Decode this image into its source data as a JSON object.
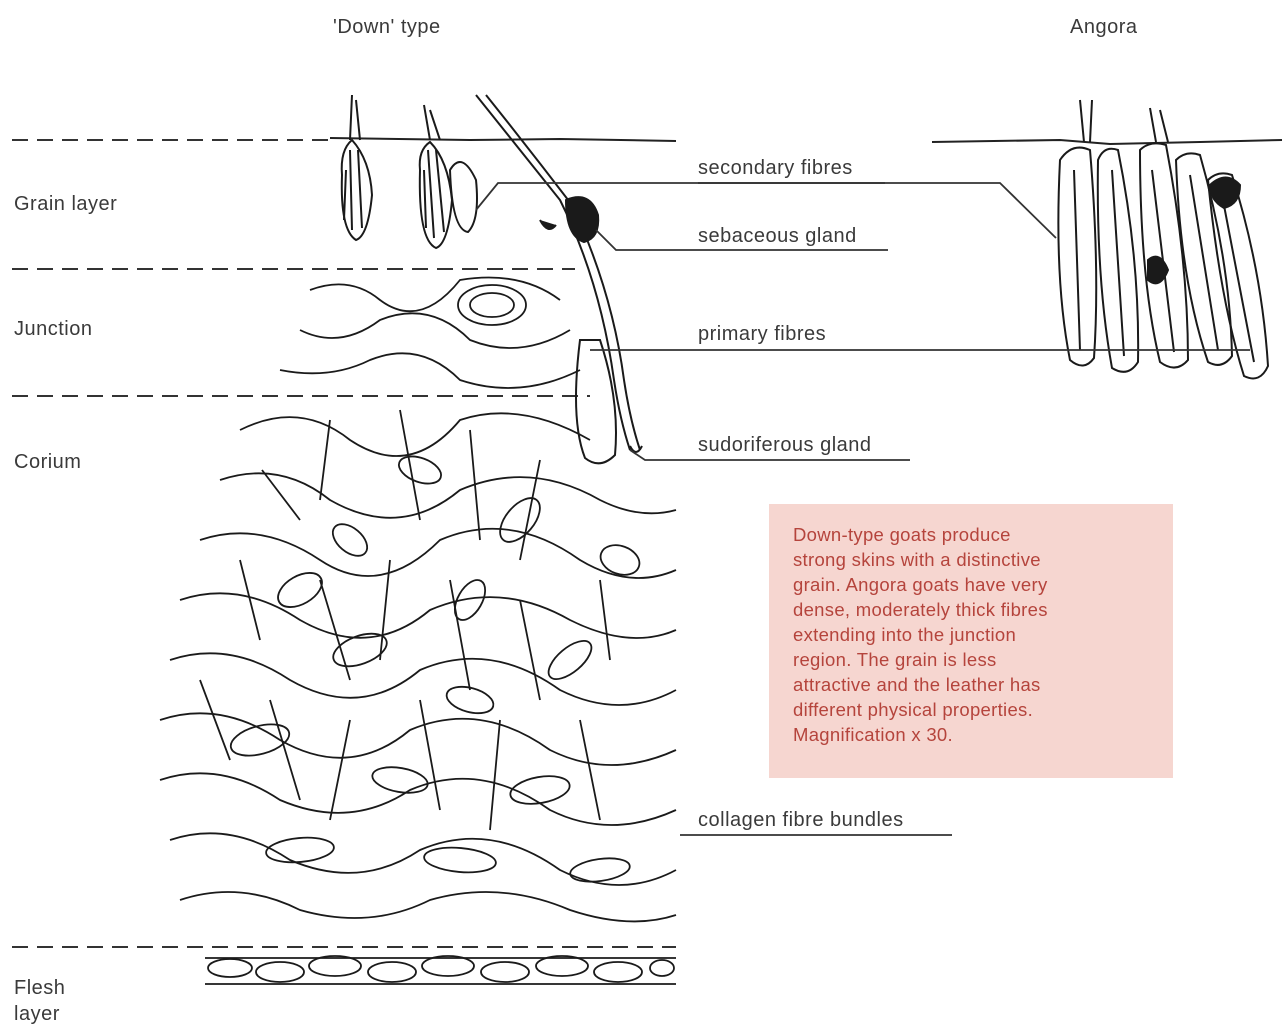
{
  "headings": {
    "down_type": "'Down' type",
    "angora": "Angora"
  },
  "layers": {
    "grain": "Grain layer",
    "junction": "Junction",
    "corium": "Corium",
    "flesh": "Flesh\nlayer"
  },
  "callouts": {
    "secondary_fibres": "secondary fibres",
    "sebaceous_gland": "sebaceous gland",
    "primary_fibres": "primary fibres",
    "sudoriferous_gland": "sudoriferous gland",
    "collagen_fibre_bundles": "collagen fibre bundles"
  },
  "note": {
    "text": "Down-type goats produce\nstrong skins with a distinctive\ngrain. Angora goats have very\ndense, moderately thick fibres\nextending into the junction\nregion. The grain is less\nattractive and the leather has\ndifferent physical properties.\nMagnification x 30."
  },
  "colors": {
    "ink": "#1a1a1a",
    "note_background": "#f6d6d0",
    "note_text": "#b5443c"
  }
}
